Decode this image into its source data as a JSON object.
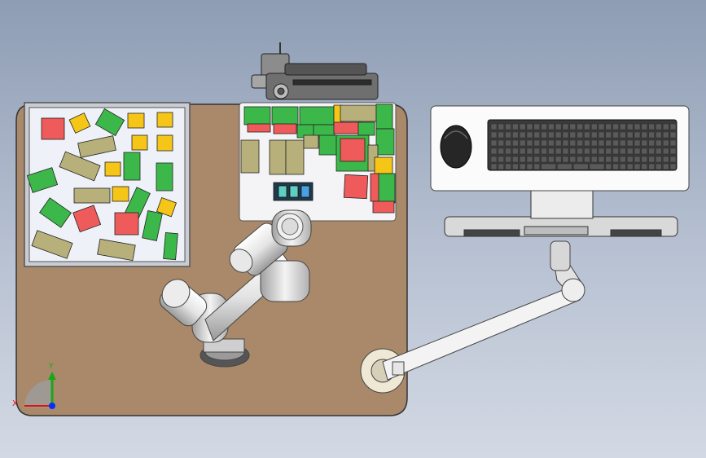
{
  "scene": {
    "type": "CAD workcell top view",
    "background_top": "#8e9db4",
    "background_bottom": "#d3d9e4",
    "table_color": "#a9896a",
    "colors": {
      "red": "#ef5a5a",
      "green": "#3cb84a",
      "yellow": "#f5c518",
      "khaki": "#b7b07a",
      "white_part": "#f2f2f2"
    }
  },
  "triad": {
    "x_label": "X",
    "y_label": "Y"
  },
  "icons": [
    "camera-gantry-icon",
    "mouse-icon",
    "keyboard-icon",
    "robot-arm-icon",
    "monitor-arm-icon"
  ]
}
